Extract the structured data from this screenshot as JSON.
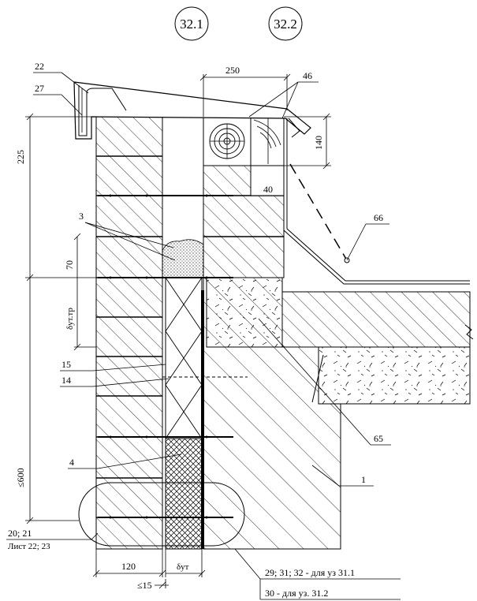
{
  "header": {
    "node_left": "32.1",
    "node_right": "32.2"
  },
  "dimensions": {
    "d250": "250",
    "d225": "225",
    "d140": "140",
    "d40": "40",
    "d70": "70",
    "delta_ut_tr": "δут.тр",
    "d600": "≤600",
    "d120": "120",
    "delta_ut": "δут",
    "d15": "≤15"
  },
  "callouts": {
    "c22": "22",
    "c27": "27",
    "c46": "46",
    "c3": "3",
    "c66": "66",
    "c15": "15",
    "c14": "14",
    "c65": "65",
    "c4": "4",
    "c1": "1",
    "c20_21": "20; 21",
    "sheet_ref": "Лист 22; 23",
    "ref_31_1": "29; 31; 32 - для уз 31.1",
    "ref_31_2": "30 - для уз. 31.2"
  }
}
